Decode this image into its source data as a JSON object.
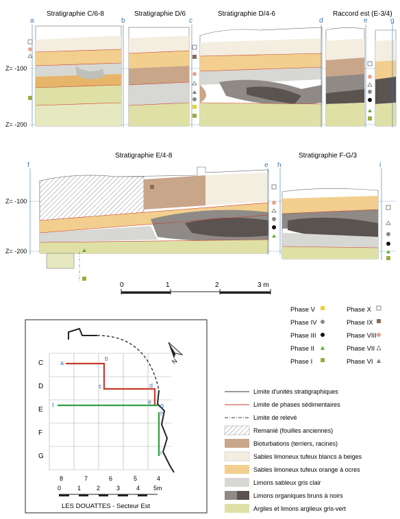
{
  "top_section": {
    "titles": [
      "Stratigraphie C/6-8",
      "Stratigraphie D/6",
      "Stratigraphie D/4-6",
      "Raccord est (E-3/4)"
    ],
    "column_letters": [
      "a",
      "b",
      "c",
      "d",
      "e",
      "g"
    ],
    "depth_labels": [
      "Z= -100",
      "Z= -200"
    ]
  },
  "middle_section": {
    "titles": [
      "Stratigraphie E/4-8",
      "Stratigraphie  F-G/3"
    ],
    "column_letters": [
      "f",
      "e",
      "h",
      "i"
    ],
    "depth_labels": [
      "Z= -100",
      "Z= -200"
    ]
  },
  "scale_bar": {
    "ticks": [
      "0",
      "1",
      "2",
      "3 m"
    ]
  },
  "phase_legend": [
    {
      "label": "Phase V",
      "symbol": "square-yellow"
    },
    {
      "label": "Phase X",
      "symbol": "square-open"
    },
    {
      "label": "Phase IV",
      "symbol": "circle-grey"
    },
    {
      "label": "Phase IX",
      "symbol": "square-brown"
    },
    {
      "label": "Phase III",
      "symbol": "circle-black"
    },
    {
      "label": "Phase VIII",
      "symbol": "circle-salmon"
    },
    {
      "label": "Phase II",
      "symbol": "triangle-green"
    },
    {
      "label": "Phase VII",
      "symbol": "triangle-open"
    },
    {
      "label": "Phase I",
      "symbol": "square-green"
    },
    {
      "label": "Phase VI",
      "symbol": "triangle-grey"
    }
  ],
  "map": {
    "row_labels": [
      "C",
      "D",
      "E",
      "F",
      "G"
    ],
    "col_labels": [
      "8",
      "7",
      "6",
      "5",
      "4"
    ],
    "point_labels": [
      "a",
      "b",
      "c",
      "d",
      "e",
      "f",
      "g",
      "h",
      "i"
    ],
    "scale_ticks": [
      "0",
      "1",
      "2",
      "3",
      "4",
      "5m"
    ],
    "caption": "LES DOUATTES - Secteur Est",
    "north_label": "N"
  },
  "line_legend": [
    {
      "label": "Limite d'unités stratigraphiques",
      "style": "solid-dark"
    },
    {
      "label": "Limite de phases sédimentaires",
      "style": "solid-red"
    },
    {
      "label": "Limite de relevé",
      "style": "dashdot"
    }
  ],
  "fill_legend": [
    {
      "label": "Remanié (fouilles anciennes)",
      "fill": "hatch"
    },
    {
      "label": "Bioturbations (terriers, racines)",
      "fill": "#c9a58a"
    },
    {
      "label": "Sables limoneux tufeux blancs à beiges",
      "fill": "#f3eee0"
    },
    {
      "label": "Sables limoneux tufeux orange à ocres",
      "fill": "#f2cf8e"
    },
    {
      "label": "Limons sableux gris clair",
      "fill": "#d7d7d4"
    },
    {
      "label": "Limons organiques bruns à noirs",
      "fill": "#5a5350"
    },
    {
      "label": "Argiles et limons argileux gris-vert",
      "fill": "#dfe0a6"
    }
  ],
  "colors": {
    "beige": "#f3eee0",
    "orange": "#f2cf8e",
    "ochre": "#e6b56a",
    "grey": "#d7d7d4",
    "dark": "#5a5350",
    "mid": "#8f8a86",
    "olive": "#dfe0a6",
    "bio": "#c9a58a",
    "salmon": "#e8a48a",
    "red_line": "#c8392b",
    "green_line": "#2e9e3e",
    "blue": "#3b74b3"
  }
}
